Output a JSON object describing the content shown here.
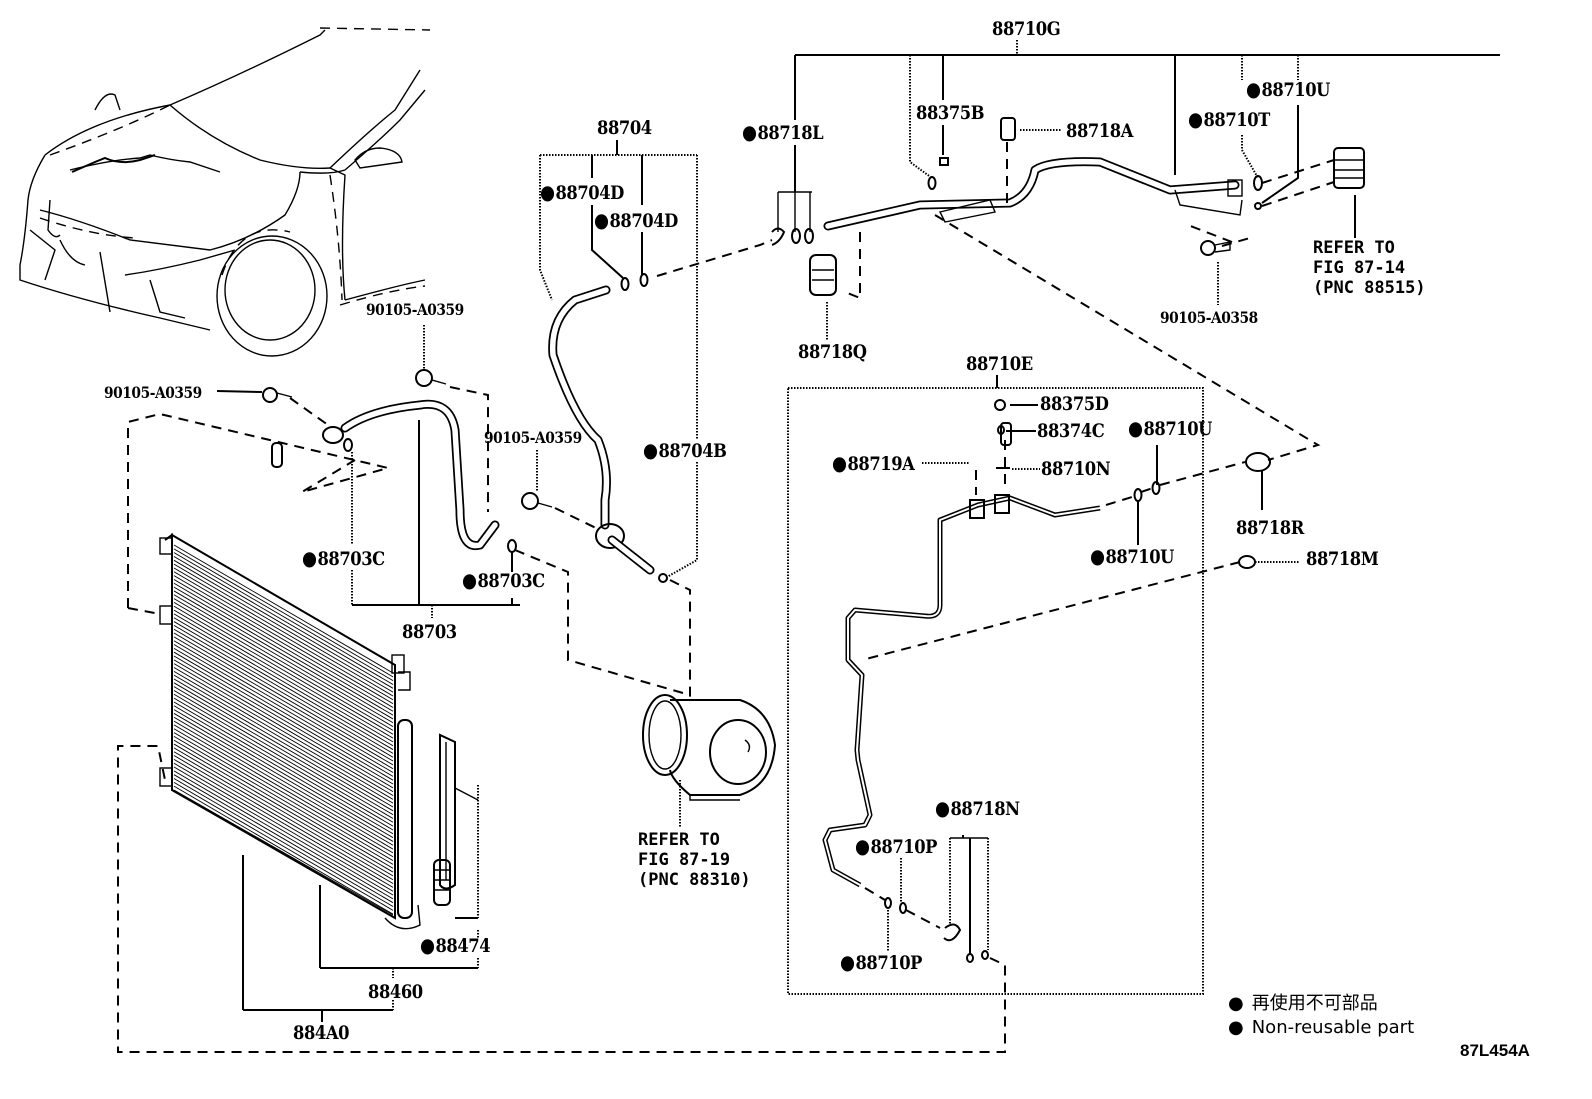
{
  "diagram": {
    "title_code": "87L454A",
    "legend": {
      "symbol": "●",
      "items": [
        "再使用不可部品",
        "Non-reusable part"
      ]
    },
    "groups": {
      "g88710G": "88710G",
      "g88704": "88704",
      "g88703": "88703",
      "g88710E": "88710E",
      "g88718N": "88718N",
      "g88460": "88460",
      "g884A0": "884A0"
    },
    "parts": {
      "p88718L": "88718L",
      "p88375B": "88375B",
      "p88718A": "88718A",
      "p88710U_top": "88710U",
      "p88710T": "88710T",
      "p88704D_a": "88704D",
      "p88704D_b": "88704D",
      "p88718Q": "88718Q",
      "p90105A0358": "90105-A0358",
      "p90105A0359_a": "90105-A0359",
      "p90105A0359_b": "90105-A0359",
      "p90105A0359_c": "90105-A0359",
      "p88704B": "88704B",
      "p88703C_a": "88703C",
      "p88703C_b": "88703C",
      "p88375D": "88375D",
      "p88374C": "88374C",
      "p88710U_mid": "88710U",
      "p88719A": "88719A",
      "p88710N": "88710N",
      "p88710U_low": "88710U",
      "p88718R": "88718R",
      "p88718M": "88718M",
      "p88710P_a": "88710P",
      "p88710P_b": "88710P",
      "p88474": "88474"
    },
    "references": {
      "ref_87_14": "REFER TO\nFIG 87-14\n(PNC 88515)",
      "ref_87_19": "REFER TO\nFIG 87-19\n(PNC 88310)"
    }
  }
}
